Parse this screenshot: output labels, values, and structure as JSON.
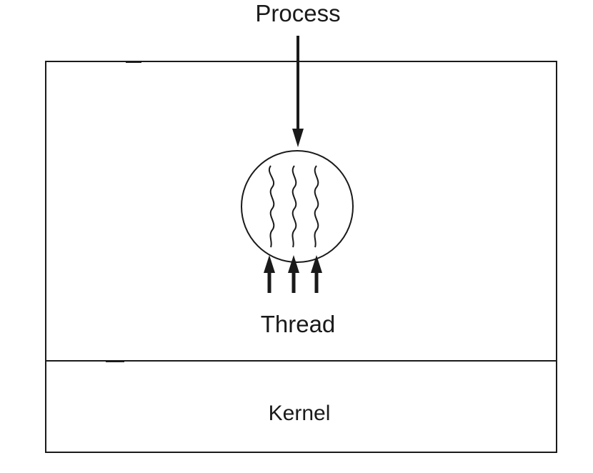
{
  "diagram": {
    "process_label": "Process",
    "thread_label": "Thread",
    "kernel_label": "Kernel"
  }
}
